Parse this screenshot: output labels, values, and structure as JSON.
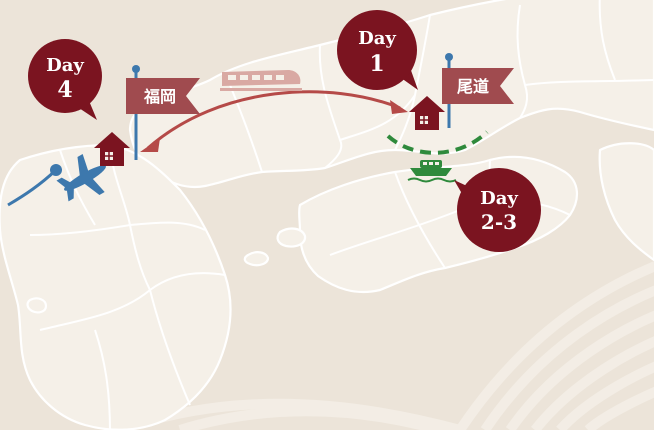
{
  "colors": {
    "background": "#ece4d9",
    "land": "#f5f0e8",
    "border": "#ffffff",
    "marker": "#7b1420",
    "flag": "#a04b4f",
    "route": "#b54a48",
    "flight": "#3d78ad",
    "ferry": "#2f8a3c",
    "train": "#d9a9a3"
  },
  "icons": [
    "house-icon",
    "airplane-icon",
    "train-icon",
    "ferry-icon",
    "flag-pole-icon"
  ],
  "markers": {
    "day4": {
      "line1": "Day",
      "line2": "4"
    },
    "day1": {
      "line1": "Day",
      "line2": "1"
    },
    "day23": {
      "line1": "Day",
      "line2": "2-3"
    }
  },
  "cities": {
    "fukuoka": "福岡",
    "onomichi": "尾道"
  }
}
